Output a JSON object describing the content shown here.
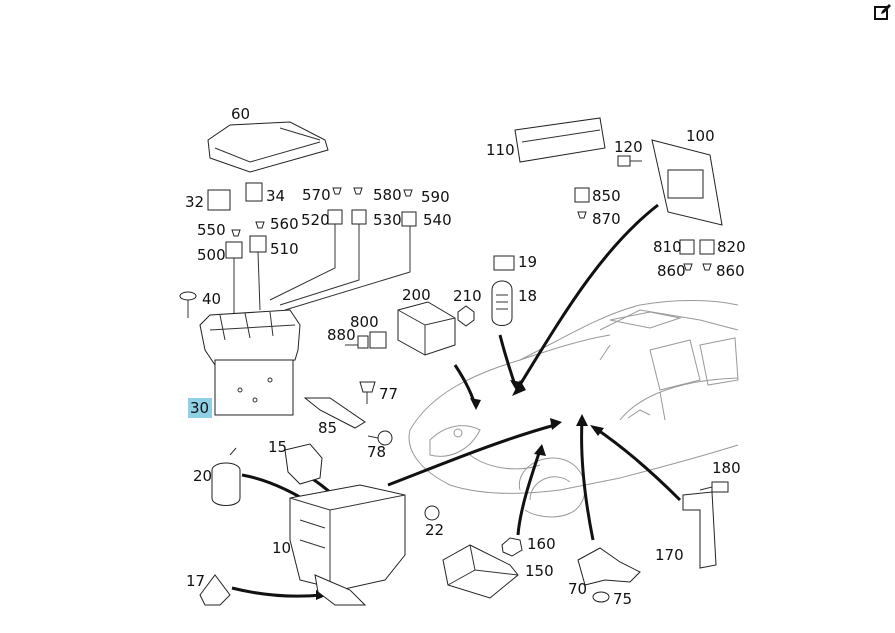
{
  "toolbar": {
    "edit_icon": "edit-icon"
  },
  "callouts": [
    {
      "id": "60"
    },
    {
      "id": "32"
    },
    {
      "id": "34"
    },
    {
      "id": "570"
    },
    {
      "id": "580"
    },
    {
      "id": "590"
    },
    {
      "id": "520"
    },
    {
      "id": "530"
    },
    {
      "id": "540"
    },
    {
      "id": "550"
    },
    {
      "id": "560"
    },
    {
      "id": "500"
    },
    {
      "id": "510"
    },
    {
      "id": "40"
    },
    {
      "id": "30",
      "highlighted": true
    },
    {
      "id": "110"
    },
    {
      "id": "120"
    },
    {
      "id": "100"
    },
    {
      "id": "850"
    },
    {
      "id": "870"
    },
    {
      "id": "810"
    },
    {
      "id": "820"
    },
    {
      "id": "860"
    },
    {
      "id": "860"
    },
    {
      "id": "19"
    },
    {
      "id": "18"
    },
    {
      "id": "200"
    },
    {
      "id": "210"
    },
    {
      "id": "880"
    },
    {
      "id": "800"
    },
    {
      "id": "77"
    },
    {
      "id": "85"
    },
    {
      "id": "78"
    },
    {
      "id": "15"
    },
    {
      "id": "20"
    },
    {
      "id": "10"
    },
    {
      "id": "22"
    },
    {
      "id": "17"
    },
    {
      "id": "160"
    },
    {
      "id": "150"
    },
    {
      "id": "70"
    },
    {
      "id": "75"
    },
    {
      "id": "180"
    },
    {
      "id": "170"
    }
  ],
  "colors": {
    "highlight": "#8fd0e6",
    "ink": "#111111",
    "car": "#999999"
  }
}
